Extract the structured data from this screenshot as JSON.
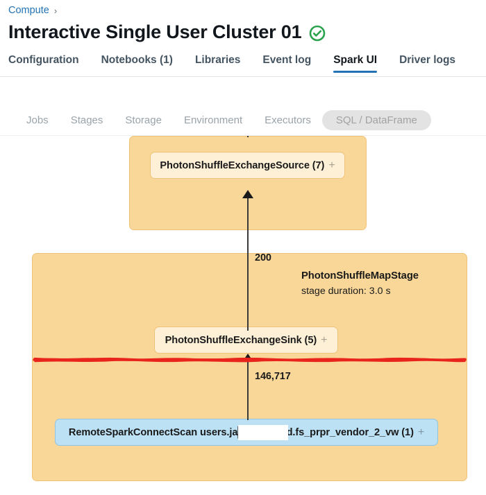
{
  "breadcrumb": {
    "link": "Compute",
    "separator": "›"
  },
  "header": {
    "title": "Interactive Single User Cluster 01",
    "status_icon": "green-check-circle-icon",
    "status_color": "#2BA24C"
  },
  "tabs": [
    {
      "label": "Configuration",
      "active": false
    },
    {
      "label": "Notebooks (1)",
      "active": false
    },
    {
      "label": "Libraries",
      "active": false
    },
    {
      "label": "Event log",
      "active": false
    },
    {
      "label": "Spark UI",
      "active": true
    },
    {
      "label": "Driver logs",
      "active": false
    }
  ],
  "subnav": [
    {
      "label": "Jobs",
      "selected": false
    },
    {
      "label": "Stages",
      "selected": false
    },
    {
      "label": "Storage",
      "selected": false
    },
    {
      "label": "Environment",
      "selected": false
    },
    {
      "label": "Executors",
      "selected": false
    },
    {
      "label": "SQL / DataFrame",
      "selected": true
    }
  ],
  "graph": {
    "nodes": [
      {
        "id": "source",
        "label": "PhotonShuffleExchangeSource (7)",
        "expand": "+",
        "color": "orange"
      },
      {
        "id": "sink",
        "label": "PhotonShuffleExchangeSink (5)",
        "expand": "+",
        "color": "orange"
      },
      {
        "id": "scan",
        "label": "RemoteSparkConnectScan users.ja██████nd.fs_prpr_vendor_2_vw (1)",
        "expand": "+",
        "color": "blue"
      }
    ],
    "edge_labels": [
      {
        "id": "rows-200",
        "value": "200"
      },
      {
        "id": "rows-146717",
        "value": "146,717"
      }
    ],
    "stages": [
      {
        "id": "stage-main",
        "name": "PhotonShuffleMapStage",
        "duration": "stage duration: 3.0 s"
      }
    ],
    "annotation": {
      "type": "red-underline-scribble",
      "color": "#E8241C"
    },
    "colors": {
      "stage_fill": "#F9D799",
      "stage_border": "#EFC377",
      "node_orange_fill": "#FDF0D7",
      "node_blue_fill": "#BCE0F4",
      "node_blue_border": "#8FC4E4",
      "accent_blue": "#2272B4"
    }
  }
}
